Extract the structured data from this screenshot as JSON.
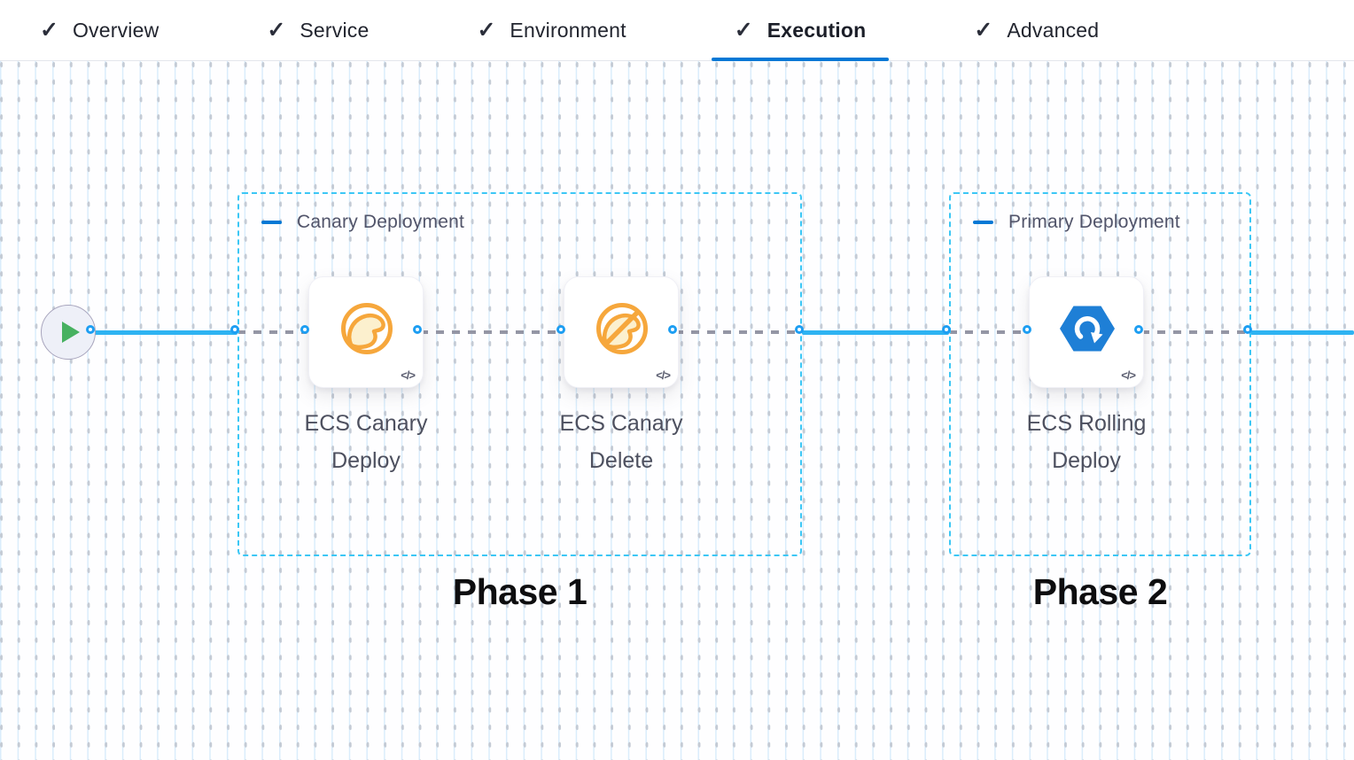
{
  "tab_bar": {
    "check_glyph": "✓",
    "tabs": [
      {
        "label": "Overview",
        "checked": true,
        "active": false
      },
      {
        "label": "Service",
        "checked": true,
        "active": false
      },
      {
        "label": "Environment",
        "checked": true,
        "active": false
      },
      {
        "label": "Execution",
        "checked": true,
        "active": true
      },
      {
        "label": "Advanced",
        "checked": true,
        "active": false
      }
    ]
  },
  "canvas": {
    "code_badge_glyph": "</>",
    "groups": [
      {
        "title": "Canary Deployment",
        "phase_label": "Phase 1",
        "steps": [
          {
            "label": "ECS Canary Deploy",
            "icon": "ecs-canary-deploy-icon"
          },
          {
            "label": "ECS Canary Delete",
            "icon": "ecs-canary-delete-icon"
          }
        ]
      },
      {
        "title": "Primary Deployment",
        "phase_label": "Phase 2",
        "steps": [
          {
            "label": "ECS Rolling Deploy",
            "icon": "ecs-rolling-deploy-icon"
          }
        ]
      }
    ],
    "colors": {
      "accent_blue": "#0278d5",
      "flow_line_blue": "#2eb3f2",
      "port_border_blue": "#1d9ef2",
      "group_border_cyan": "#3cc7f5",
      "dashed_connector_gray": "#9496a5",
      "canary_orange": "#f6a73c",
      "ecs_hexagon_blue": "#1e7fd6",
      "start_play_green": "#47b160"
    }
  }
}
